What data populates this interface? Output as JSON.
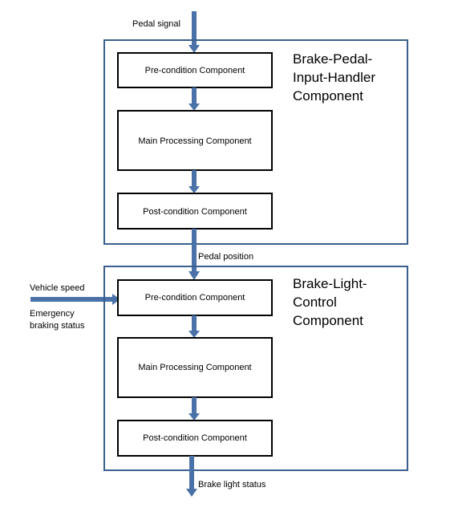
{
  "signals": {
    "pedal_signal": "Pedal signal",
    "pedal_position": "Pedal position",
    "vehicle_speed": "Vehicle speed",
    "emergency_line1": "Emergency",
    "emergency_line2": "braking status",
    "brake_light_status": "Brake light status"
  },
  "modules": [
    {
      "title_lines": [
        "Brake-Pedal-",
        "Input-Handler",
        "Component"
      ],
      "pre": "Pre-condition Component",
      "main": "Main Processing Component",
      "post": "Post-condition Component"
    },
    {
      "title_lines": [
        "Brake-Light-",
        "Control",
        "Component"
      ],
      "pre": "Pre-condition Component",
      "main": "Main Processing Component",
      "post": "Post-condition Component"
    }
  ],
  "colors": {
    "arrow": "#4a72a8",
    "frame": "#3a5f8f",
    "box_border": "#000000"
  }
}
